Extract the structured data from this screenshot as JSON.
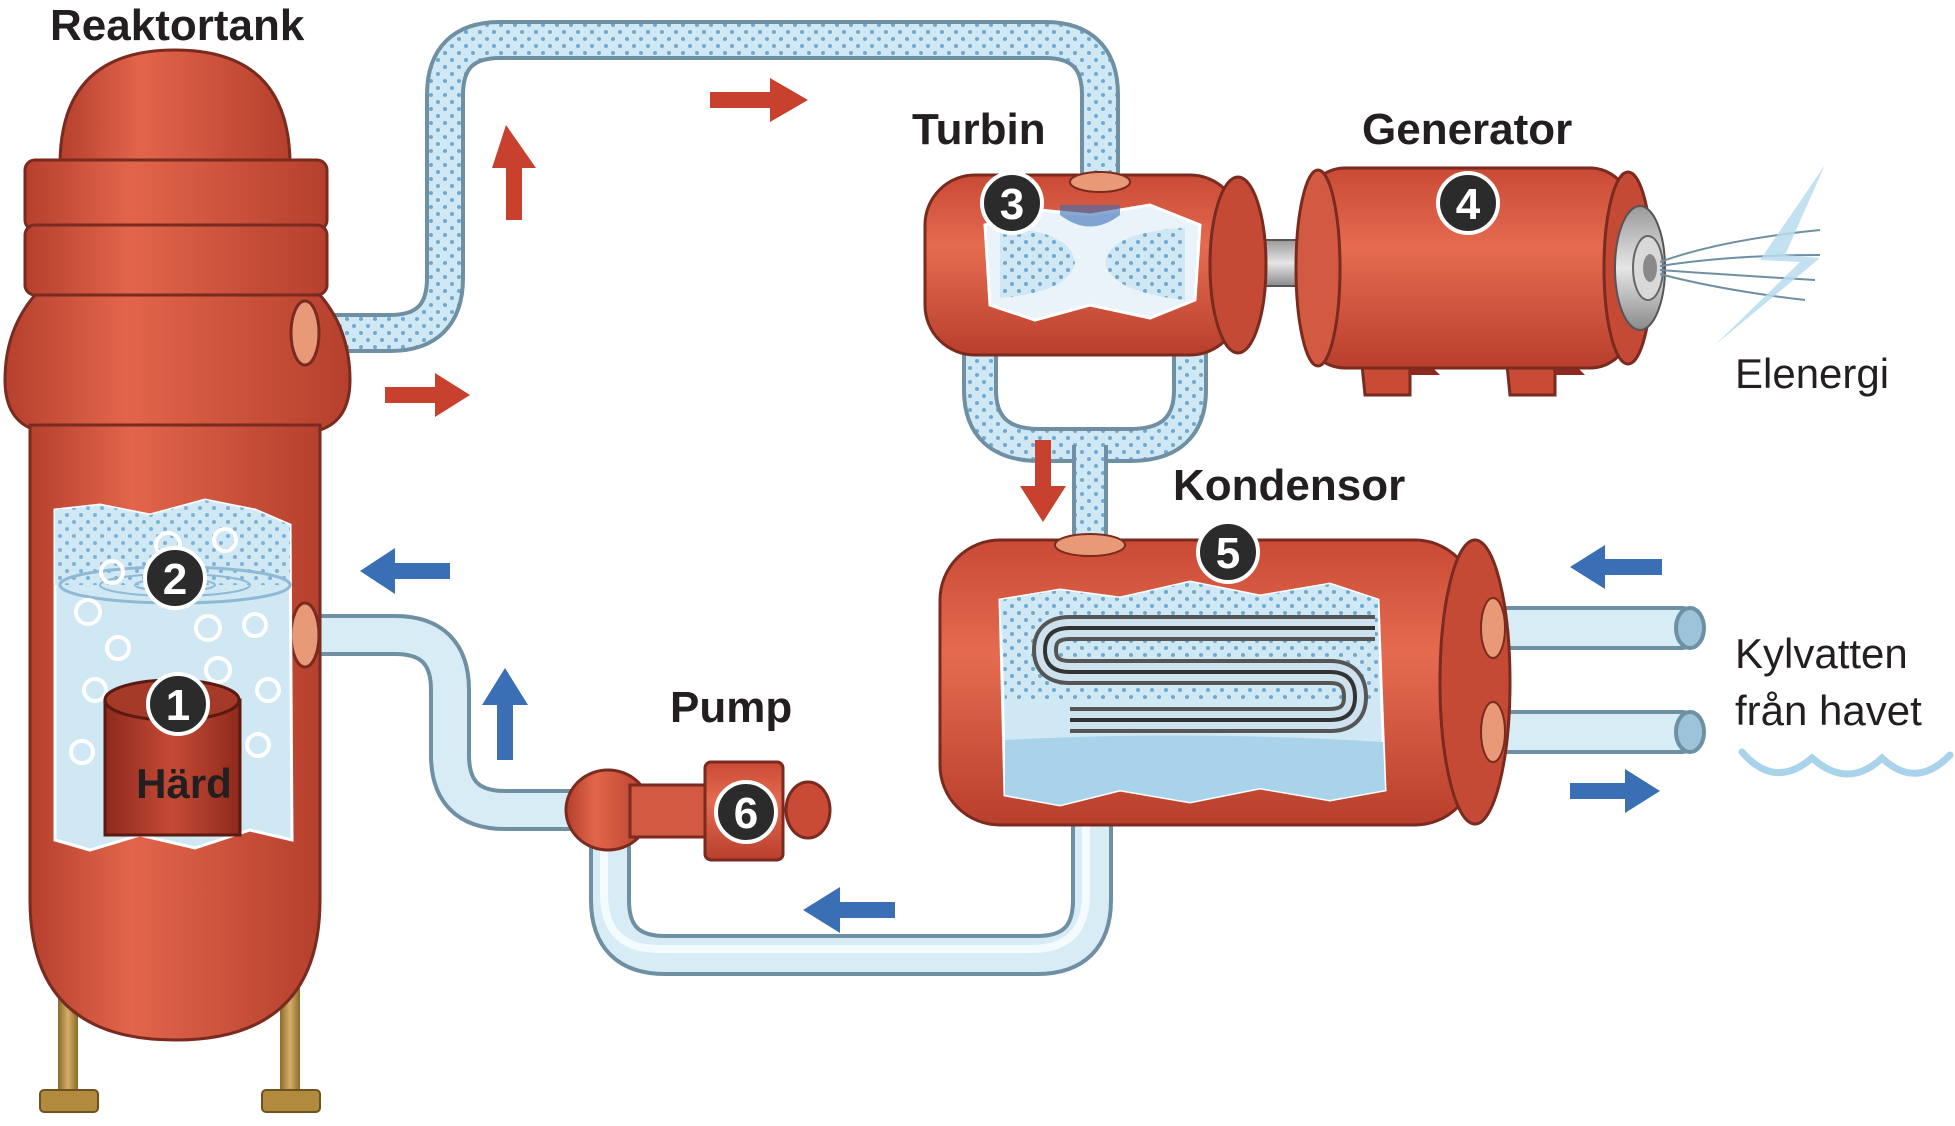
{
  "labels": {
    "reactor_tank": "Reaktortank",
    "turbine": "Turbin",
    "generator": "Generator",
    "condenser": "Kondensor",
    "pump": "Pump",
    "core": "Härd",
    "electric_energy": "Elenergi",
    "cooling_water_line1": "Kylvatten",
    "cooling_water_line2": "från havet"
  },
  "markers": {
    "core": "1",
    "water": "2",
    "turbine": "3",
    "generator": "4",
    "condenser": "5",
    "pump": "6"
  },
  "colors": {
    "vessel_red": "#d9553f",
    "vessel_dark": "#b5402d",
    "pipe_light_blue": "#cfe8f4",
    "pipe_outline": "#6f8fa3",
    "steam_arrow_red": "#c8402e",
    "water_arrow_blue": "#3a6fb5",
    "marker_dark": "#2b2b2b"
  }
}
